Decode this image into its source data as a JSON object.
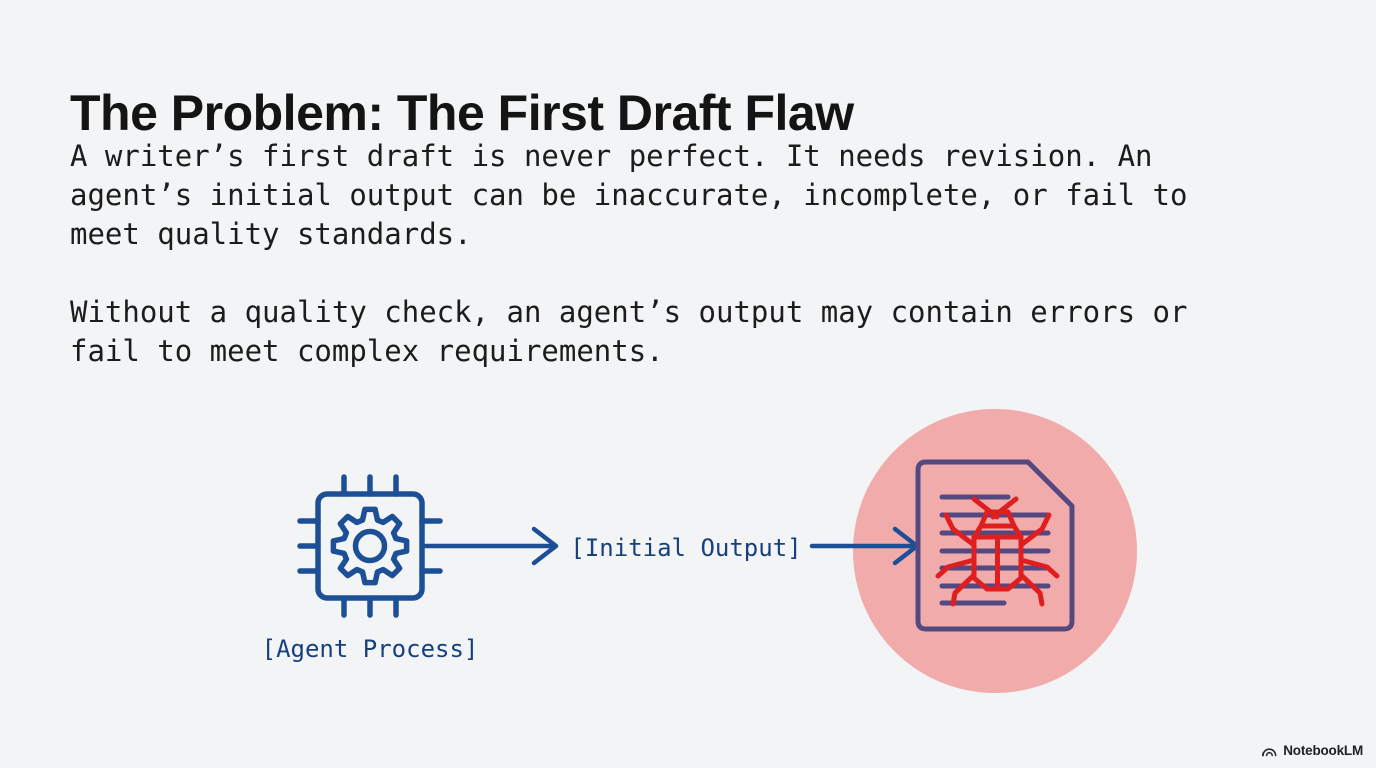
{
  "slide": {
    "title": "The Problem: The First Draft Flaw",
    "paragraph1": "A writer’s first draft is never perfect. It needs revision. An\nagent’s initial output can be inaccurate, incomplete, or fail to\nmeet quality standards.",
    "paragraph2": "Without a quality check, an agent’s output may contain errors or\nfail to meet complex requirements."
  },
  "diagram": {
    "agent_label": "[Agent Process]",
    "output_label": "[Initial Output]",
    "icons": [
      "chip-gear-icon",
      "arrow-right-icon",
      "error-circle",
      "bug-document-icon"
    ]
  },
  "footer": {
    "brand": "NotebookLM",
    "logo_icon": "notebooklm-logo-icon"
  },
  "colors": {
    "background": "#f2f4f6",
    "title": "#141414",
    "body_text": "#1c1c1c",
    "blue": "#1d4f96",
    "label_blue": "#17407f",
    "pink_circle": "#f2abab",
    "doc_purple": "#53487f",
    "bug_red": "#df1f1f",
    "footer_text": "#202124"
  }
}
